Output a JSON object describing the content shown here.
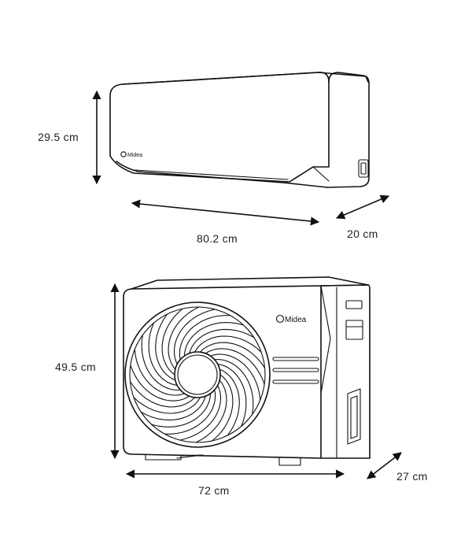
{
  "indoor_unit": {
    "brand": "Midea",
    "height_label": "29.5 cm",
    "width_label": "80.2 cm",
    "depth_label": "20 cm"
  },
  "outdoor_unit": {
    "brand": "Midea",
    "height_label": "49.5 cm",
    "width_label": "72 cm",
    "depth_label": "27 cm"
  },
  "colors": {
    "line": "#111111",
    "text": "#222222",
    "background": "#ffffff"
  }
}
